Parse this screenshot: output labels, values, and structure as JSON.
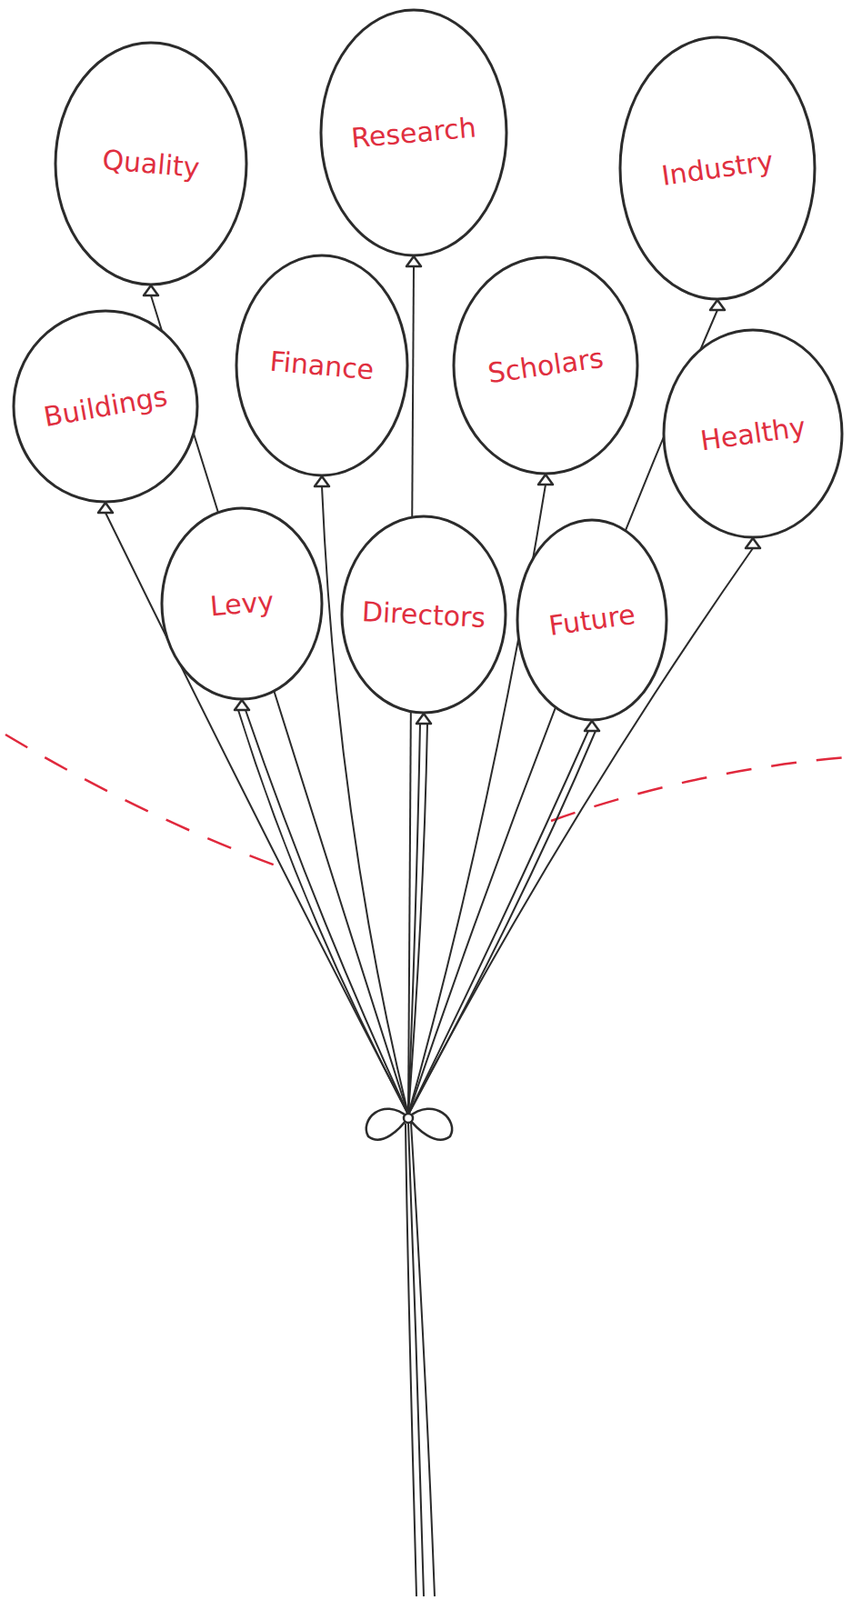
{
  "diagram": {
    "nodes": [
      {
        "text": [
          "Quality"
        ]
      },
      {
        "text": [
          "Research"
        ]
      },
      {
        "text": [
          "Industry"
        ]
      },
      {
        "text": [
          "Buildings"
        ]
      },
      {
        "text": [
          "Finance"
        ]
      },
      {
        "text": [
          "Scholars"
        ]
      },
      {
        "text": [
          "Healthy"
        ]
      },
      {
        "text": [
          "Levy"
        ]
      },
      {
        "text": [
          "Directors"
        ]
      },
      {
        "text": [
          "Future"
        ]
      }
    ]
  }
}
